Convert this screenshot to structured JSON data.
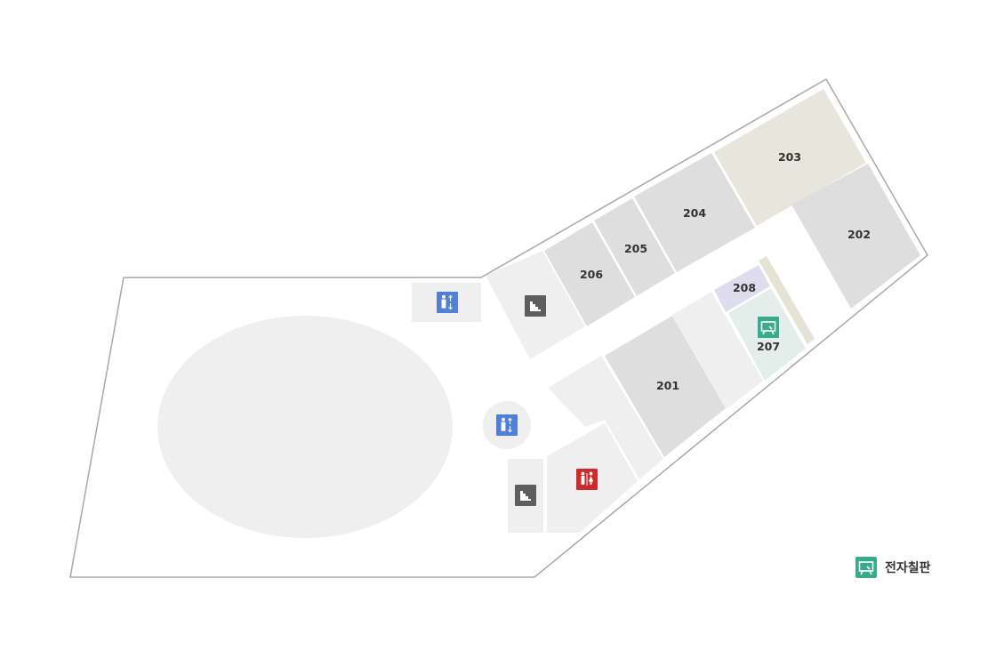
{
  "map": {
    "rooms": [
      {
        "id": "201",
        "label": "201"
      },
      {
        "id": "202",
        "label": "202"
      },
      {
        "id": "203",
        "label": "203"
      },
      {
        "id": "204",
        "label": "204"
      },
      {
        "id": "205",
        "label": "205"
      },
      {
        "id": "206",
        "label": "206"
      },
      {
        "id": "207",
        "label": "207"
      },
      {
        "id": "208",
        "label": "208"
      }
    ],
    "icons": {
      "elevator": "elevator-icon",
      "stairs": "stairs-icon",
      "restroom": "restroom-icon",
      "electronic_board": "electronic-board-icon"
    },
    "colors": {
      "outline": "#a8a8a8",
      "room": "#dedede",
      "light_area": "#efefef",
      "room_203": "#e8e5dc",
      "room_208": "#dedded",
      "room_207": "#e3eeea",
      "strip": "#e5e2d6",
      "elevator": "#4f7fd6",
      "stairs": "#5e5e5e",
      "restroom": "#cc2b2b",
      "board": "#3aaa8c"
    }
  },
  "legend": {
    "items": [
      {
        "icon": "electronic-board-icon",
        "label": "전자칠판"
      }
    ]
  }
}
